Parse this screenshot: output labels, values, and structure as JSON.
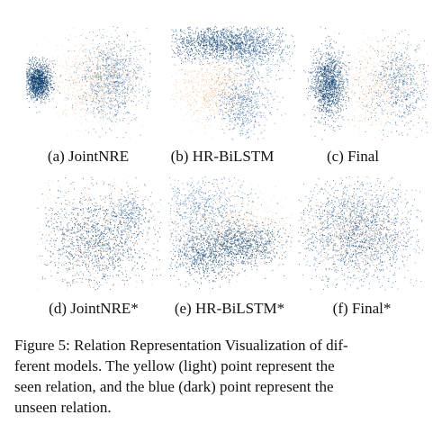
{
  "figure": {
    "colors": {
      "seen": "#f4a66a",
      "unseen": "#0b3d6e",
      "unseen_light": "#2f6aa6"
    },
    "panels": [
      {
        "id": "a",
        "label": "(a) JointNRE"
      },
      {
        "id": "b",
        "label": "(b) HR-BiLSTM"
      },
      {
        "id": "c",
        "label": "(c) Final"
      },
      {
        "id": "d",
        "label": "(d) JointNRE*"
      },
      {
        "id": "e",
        "label": "(e) HR-BiLSTM*"
      },
      {
        "id": "f",
        "label": "(f) Final*"
      }
    ],
    "caption": {
      "line1": "Figure 5: Relation Representation Visualization of dif-",
      "line2": "ferent models.  The yellow (light) point represent the",
      "line3": "seen relation, and the blue (dark) point represent the",
      "line4": "unseen relation."
    }
  }
}
